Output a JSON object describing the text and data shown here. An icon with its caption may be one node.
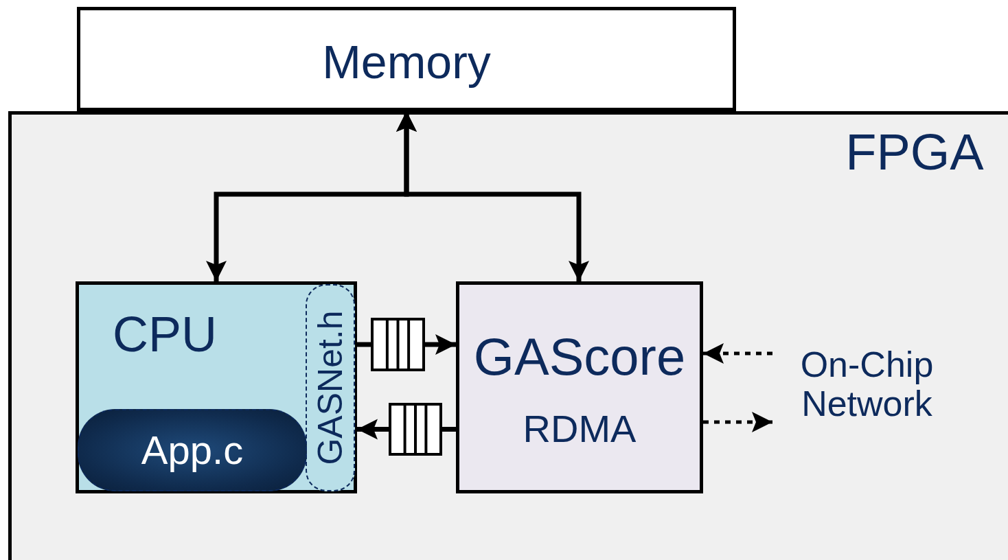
{
  "diagram": {
    "nodes": [
      {
        "text": [
          "Memory"
        ]
      },
      {
        "text": [
          "FPGA"
        ]
      },
      {
        "text": [
          "CPU"
        ],
        "in": 1
      },
      {
        "text": [
          "GASNet.h"
        ],
        "in": 2
      },
      {
        "text": [
          "App.c"
        ],
        "in": 2
      },
      {
        "text": [],
        "shape": "box",
        "in": 1
      },
      {
        "text": [],
        "shape": "box",
        "in": 1
      },
      {
        "text": [
          "GAScore",
          "RDMA"
        ],
        "in": 1
      },
      {
        "text": [
          "On-Chip Network"
        ],
        "in": 1
      }
    ],
    "edges": [
      {
        "from": 2,
        "to": 0,
        "arrow": "both"
      },
      {
        "from": 7,
        "to": 0,
        "arrow": "both"
      },
      {
        "from": 2,
        "to": 5,
        "arrow": "none"
      },
      {
        "from": 5,
        "to": 7,
        "arrow": "to"
      },
      {
        "from": 7,
        "to": 6,
        "arrow": "none"
      },
      {
        "from": 6,
        "to": 2,
        "arrow": "to"
      },
      {
        "from": 8,
        "to": 7,
        "arrow": "to",
        "style": "dashed"
      },
      {
        "from": 7,
        "to": 8,
        "arrow": "to",
        "style": "dashed"
      }
    ]
  }
}
